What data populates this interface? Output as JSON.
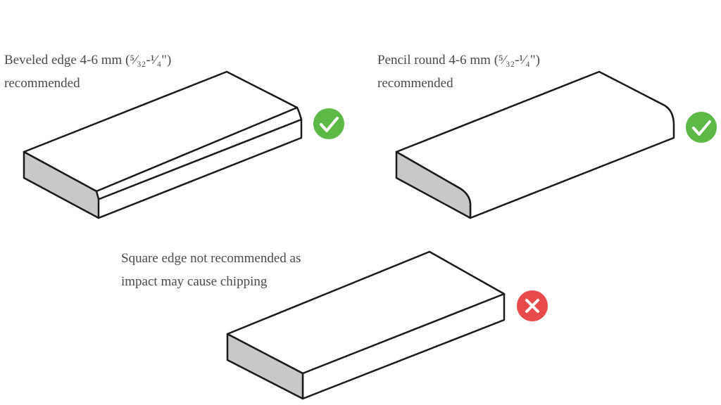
{
  "items": [
    {
      "line1": "Beveled edge 4-6 mm (⁵⁄₃₂-¹⁄₄\")",
      "line2": "recommended",
      "status": "recommended",
      "icon": "check-icon"
    },
    {
      "line1": "Pencil round 4-6 mm (⁵⁄₃₂-¹⁄₄\")",
      "line2": "recommended",
      "status": "recommended",
      "icon": "check-icon"
    },
    {
      "line1": "Square edge not recommended as",
      "line2": "impact may cause chipping",
      "status": "not-recommended",
      "icon": "cross-icon"
    }
  ],
  "colors": {
    "ok": "#5cb946",
    "bad": "#e8494a",
    "side": "#c8c8c8"
  }
}
